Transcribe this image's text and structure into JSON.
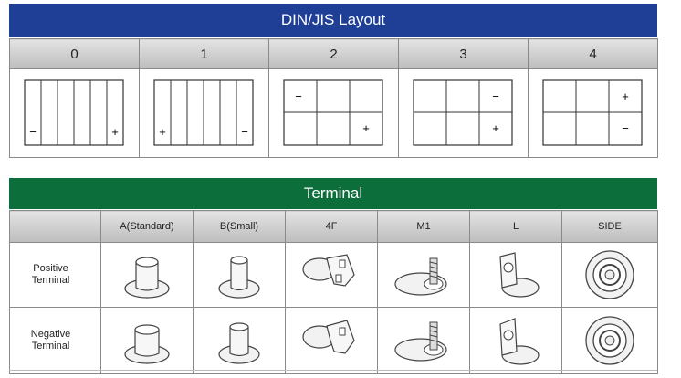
{
  "layout_section": {
    "title": "DIN/JIS Layout",
    "columns": [
      {
        "label": "0",
        "left_sign": "−",
        "right_sign": "+"
      },
      {
        "label": "1",
        "left_sign": "+",
        "right_sign": "−"
      },
      {
        "label": "2",
        "top_sign": "−",
        "bottom_sign": "+"
      },
      {
        "label": "3",
        "top_sign": "−",
        "bottom_sign": "+"
      },
      {
        "label": "4",
        "top_sign": "+",
        "bottom_sign": "−"
      }
    ]
  },
  "terminal_section": {
    "title": "Terminal",
    "columns": [
      "A(Standard)",
      "B(Small)",
      "4F",
      "M1",
      "L",
      "SIDE"
    ],
    "rows": [
      {
        "label_line1": "Positive",
        "label_line2": "Terminal"
      },
      {
        "label_line1": "Negative",
        "label_line2": "Terminal"
      }
    ]
  },
  "colors": {
    "layout_banner": "#1f3f96",
    "terminal_banner": "#0b6e3b"
  }
}
